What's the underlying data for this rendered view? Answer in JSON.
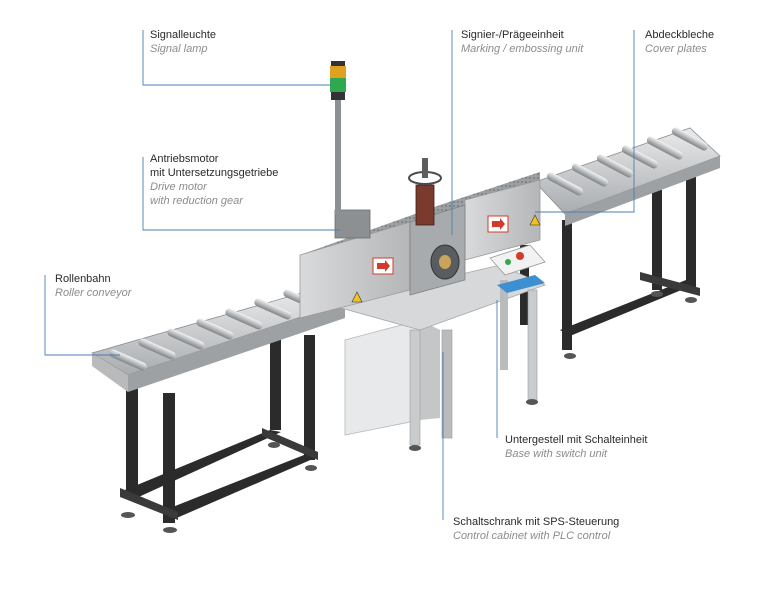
{
  "callouts": [
    {
      "id": "signal_lamp",
      "de": "Signalleuchte",
      "en": "Signal lamp"
    },
    {
      "id": "marking_unit",
      "de": "Signier-/Prägeeinheit",
      "en": "Marking / embossing unit"
    },
    {
      "id": "cover_plates",
      "de": "Abdeckbleche",
      "en": "Cover plates"
    },
    {
      "id": "drive_motor",
      "de": [
        "Antriebsmotor",
        "mit Untersetzungsgetriebe"
      ],
      "en": [
        "Drive motor",
        "with reduction gear"
      ]
    },
    {
      "id": "roller_conveyor",
      "de": "Rollenbahn",
      "en": "Roller conveyor"
    },
    {
      "id": "base",
      "de": "Untergestell mit Schalteinheit",
      "en": "Base with switch unit"
    },
    {
      "id": "control_cabinet",
      "de": "Schaltschrank mit SPS-Steuerung",
      "en": "Control cabinet with PLC control"
    }
  ],
  "colors": {
    "leader_line": "#4a7fb5",
    "frame": "#2b2b2b",
    "steel": "#c9cbcd",
    "lamp_green": "#2fa84f",
    "lamp_amber": "#e0a020",
    "arrow_red": "#d23a2a"
  }
}
